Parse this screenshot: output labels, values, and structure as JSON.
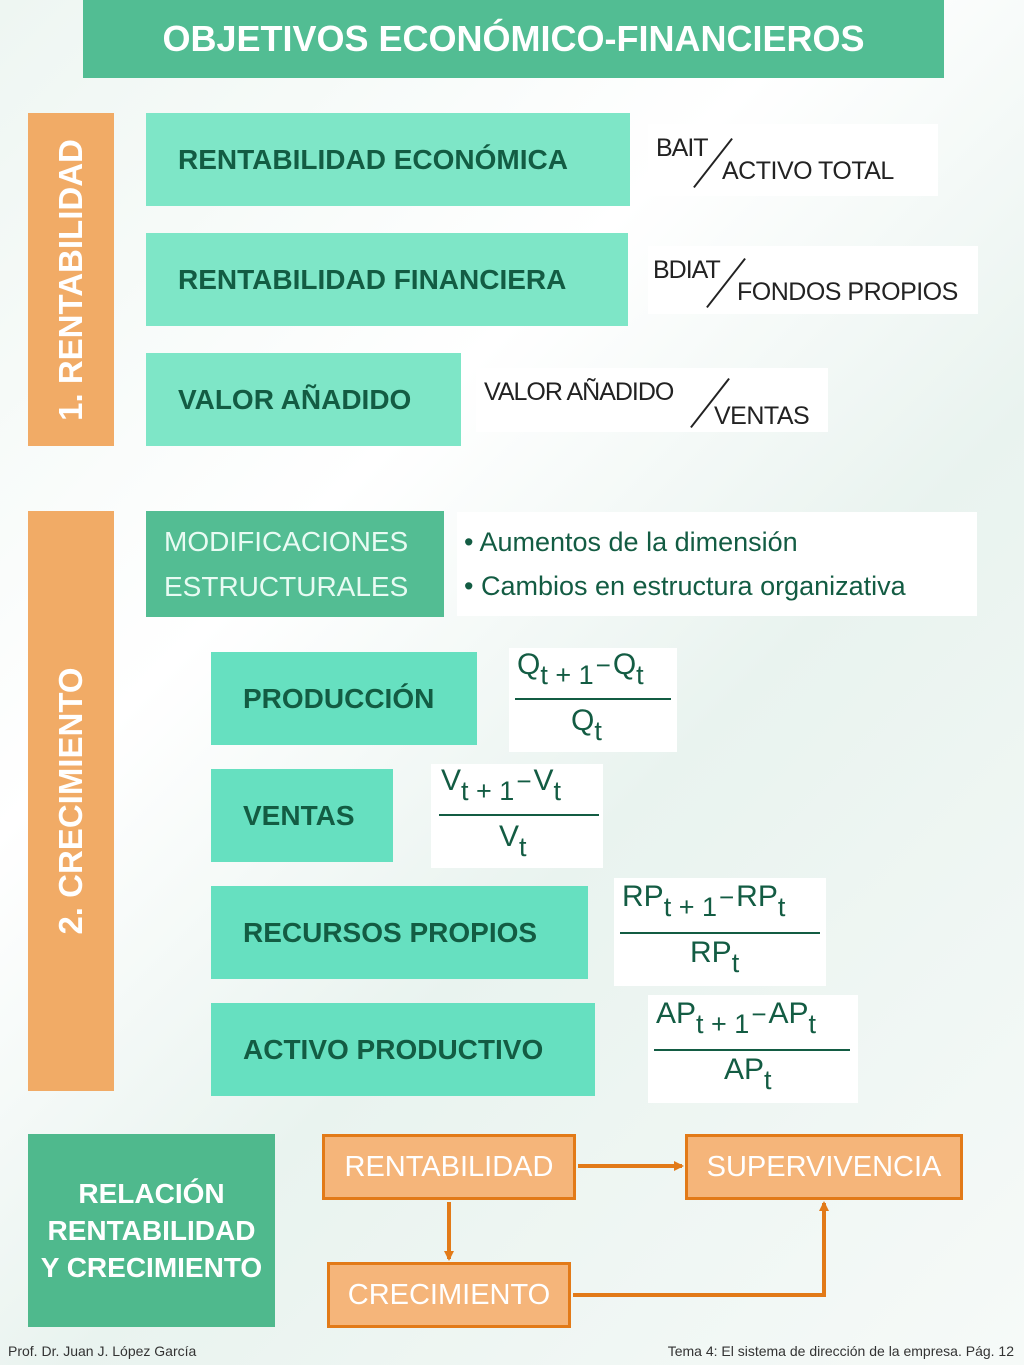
{
  "title": "OBJETIVOS ECONÓMICO-FINANCIEROS",
  "rentabilidad": {
    "label": "1. RENTABILIDAD",
    "items": [
      {
        "name": "RENTABILIDAD ECONÓMICA",
        "numerator": "BAIT",
        "denominator": "ACTIVO TOTAL"
      },
      {
        "name": "RENTABILIDAD FINANCIERA",
        "numerator": "BDIAT",
        "denominator": "FONDOS  PROPIOS"
      },
      {
        "name": "VALOR AÑADIDO",
        "numerator": "VALOR AÑADIDO",
        "denominator": "VENTAS"
      }
    ]
  },
  "crecimiento": {
    "label": "2. CRECIMIENTO",
    "modificaciones": {
      "line1": "MODIFICACIONES",
      "line2": "ESTRUCTURALES"
    },
    "bullets": [
      "• Aumentos de la dimensión",
      "• Cambios en estructura organizativa"
    ],
    "items": [
      {
        "name": "PRODUCCIÓN",
        "var": "Q"
      },
      {
        "name": "VENTAS",
        "var": "V"
      },
      {
        "name": "RECURSOS PROPIOS",
        "var": "RP"
      },
      {
        "name": "ACTIVO PRODUCTIVO",
        "var": "AP"
      }
    ],
    "sub_t": "t",
    "sub_t1": "t + 1",
    "minus": "−"
  },
  "relacion": {
    "label_lines": [
      "RELACIÓN",
      "RENTABILIDAD",
      "Y CRECIMIENTO"
    ],
    "rentabilidad": "RENTABILIDAD",
    "supervivencia": "SUPERVIVENCIA",
    "crecimiento": "CRECIMIENTO"
  },
  "footer": {
    "left": "Prof.  Dr. Juan J. López García",
    "right": "Tema 4: El sistema de dirección de la empresa. Pág. 12"
  },
  "colors": {
    "green": "#52bd93",
    "orange": "#f1ab66",
    "arrow": "#e27a18",
    "dark_green": "#135c43"
  }
}
